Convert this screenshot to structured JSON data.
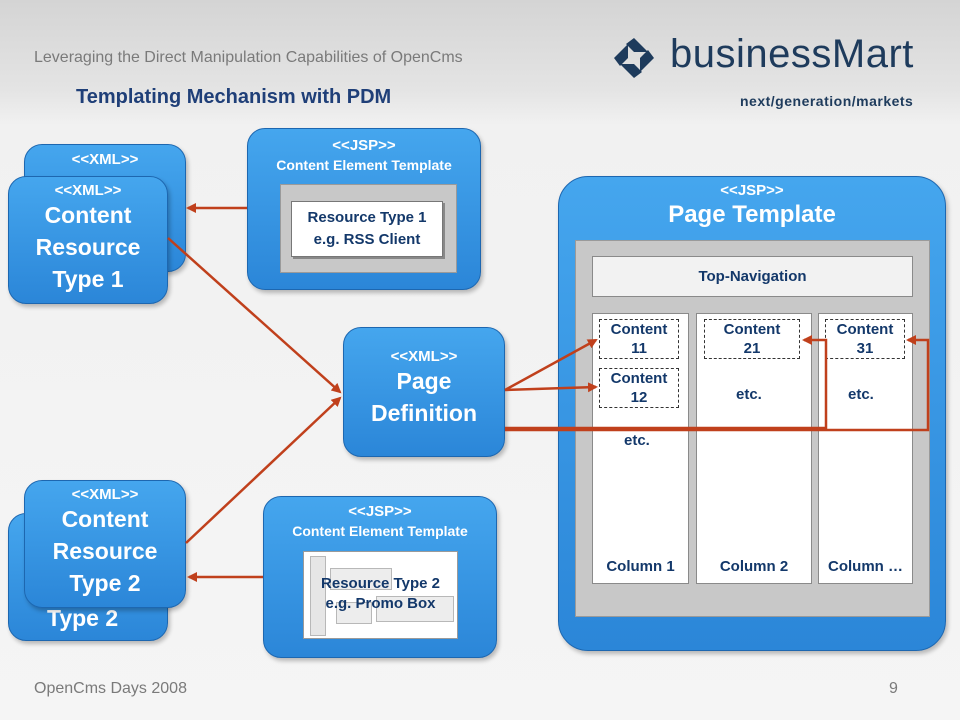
{
  "header": {
    "subtitle": "Leveraging the Direct Manipulation Capabilities of OpenCms",
    "title": "Templating Mechanism with PDM",
    "logo_text": "businessMart",
    "logo_tagline": "next/generation/markets"
  },
  "footer": {
    "left": "OpenCms Days 2008",
    "page_number": "9"
  },
  "colors": {
    "box_blue": "#3596e3",
    "arrow_red": "#c0401c",
    "title_navy": "#1f3f78"
  },
  "xml_res1_back": {
    "stereotype": "<<XML>>"
  },
  "xml_res1": {
    "stereotype": "<<XML>>",
    "line1": "Content",
    "line2": "Resource",
    "line3": "Type 1"
  },
  "jsp_cet1": {
    "stereotype": "<<JSP>>",
    "label": "Content Element Template",
    "card_line1": "Resource Type 1",
    "card_line2": "e.g. RSS Client"
  },
  "page_def": {
    "stereotype": "<<XML>>",
    "line1": "Page",
    "line2": "Definition"
  },
  "xml_res2_back": {
    "line3": "Type 2"
  },
  "xml_res2": {
    "stereotype": "<<XML>>",
    "line1": "Content",
    "line2": "Resource",
    "line3": "Type 2"
  },
  "jsp_cet2": {
    "stereotype": "<<JSP>>",
    "label": "Content Element Template",
    "card_line1": "Resource Type 2",
    "card_line2": "e.g. Promo Box"
  },
  "page_template": {
    "stereotype": "<<JSP>>",
    "title": "Page Template",
    "top_nav": "Top-Navigation",
    "columns": [
      {
        "label": "Column 1",
        "slots": [
          [
            "Content",
            "11"
          ],
          [
            "Content",
            "12"
          ]
        ],
        "etc": "etc."
      },
      {
        "label": "Column 2",
        "slots": [
          [
            "Content",
            "21"
          ]
        ],
        "etc": "etc."
      },
      {
        "label": "Column …",
        "slots": [
          [
            "Content",
            "31"
          ]
        ],
        "etc": "etc."
      }
    ]
  }
}
